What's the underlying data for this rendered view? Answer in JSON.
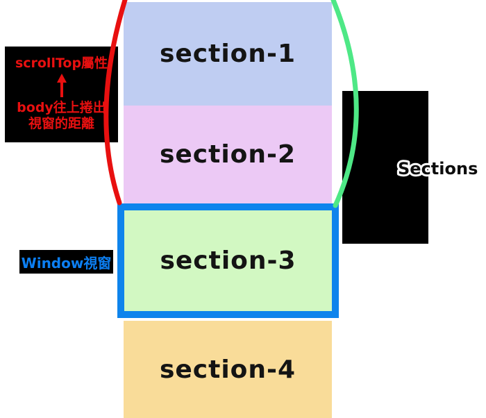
{
  "colors": {
    "section1-bg": "#bfcdf2",
    "section2-bg": "#ecc9f5",
    "section3-bg": "#d2f8c2",
    "section4-bg": "#f9dc99",
    "window-border": "#0e84ec",
    "annotation-red": "#e81010",
    "brace-green": "#4ee886",
    "window-label-blue": "#0c7ff2",
    "label-bg": "#000000",
    "section-text": "#141414"
  },
  "sections": [
    {
      "label": "section-1"
    },
    {
      "label": "section-2"
    },
    {
      "label": "section-3"
    },
    {
      "label": "section-4"
    }
  ],
  "annotations": {
    "scrolltop": {
      "line1": "scrollTop屬性",
      "arrow_icon": "up-arrow",
      "line2": "body往上捲出",
      "line3": "視窗的距離"
    },
    "window_label": "Window視窗",
    "sections_label": "Sections"
  }
}
